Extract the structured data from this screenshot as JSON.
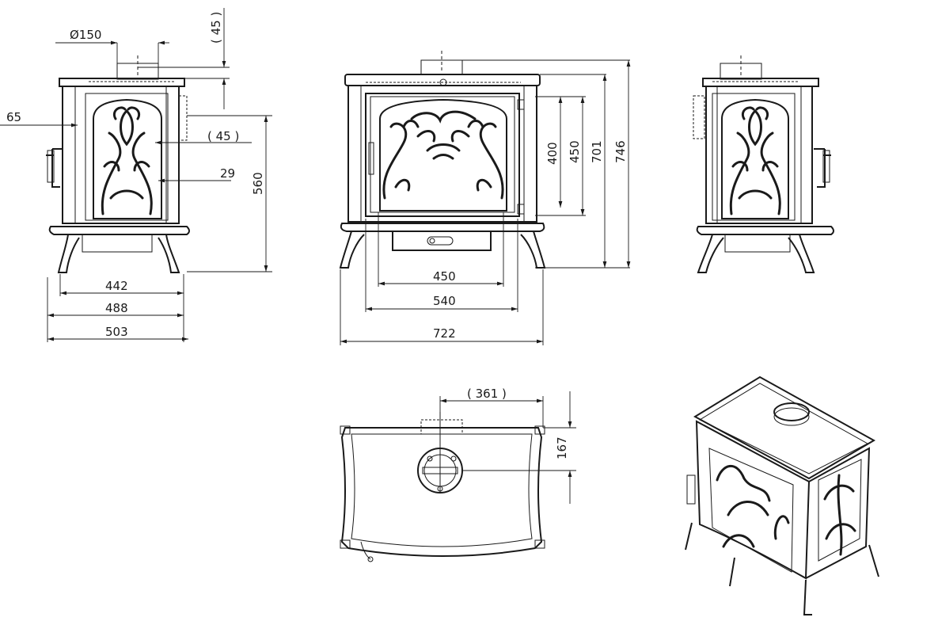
{
  "side_left": {
    "flue_diameter": "Ø150",
    "flue_offset": "( 45 )",
    "side_left_offset": "65",
    "rear_offset": "( 45 )",
    "door_depth": "29",
    "height": "560",
    "width_inner": "442",
    "width_mid": "488",
    "width_outer": "503"
  },
  "front": {
    "door_height": "400",
    "door_frame_height": "450",
    "flue_height": "701",
    "total_height": "746",
    "opening_width": "450",
    "door_width": "540",
    "total_width": "722"
  },
  "top": {
    "flue_offset_x": "( 361 )",
    "flue_offset_y": "167"
  }
}
